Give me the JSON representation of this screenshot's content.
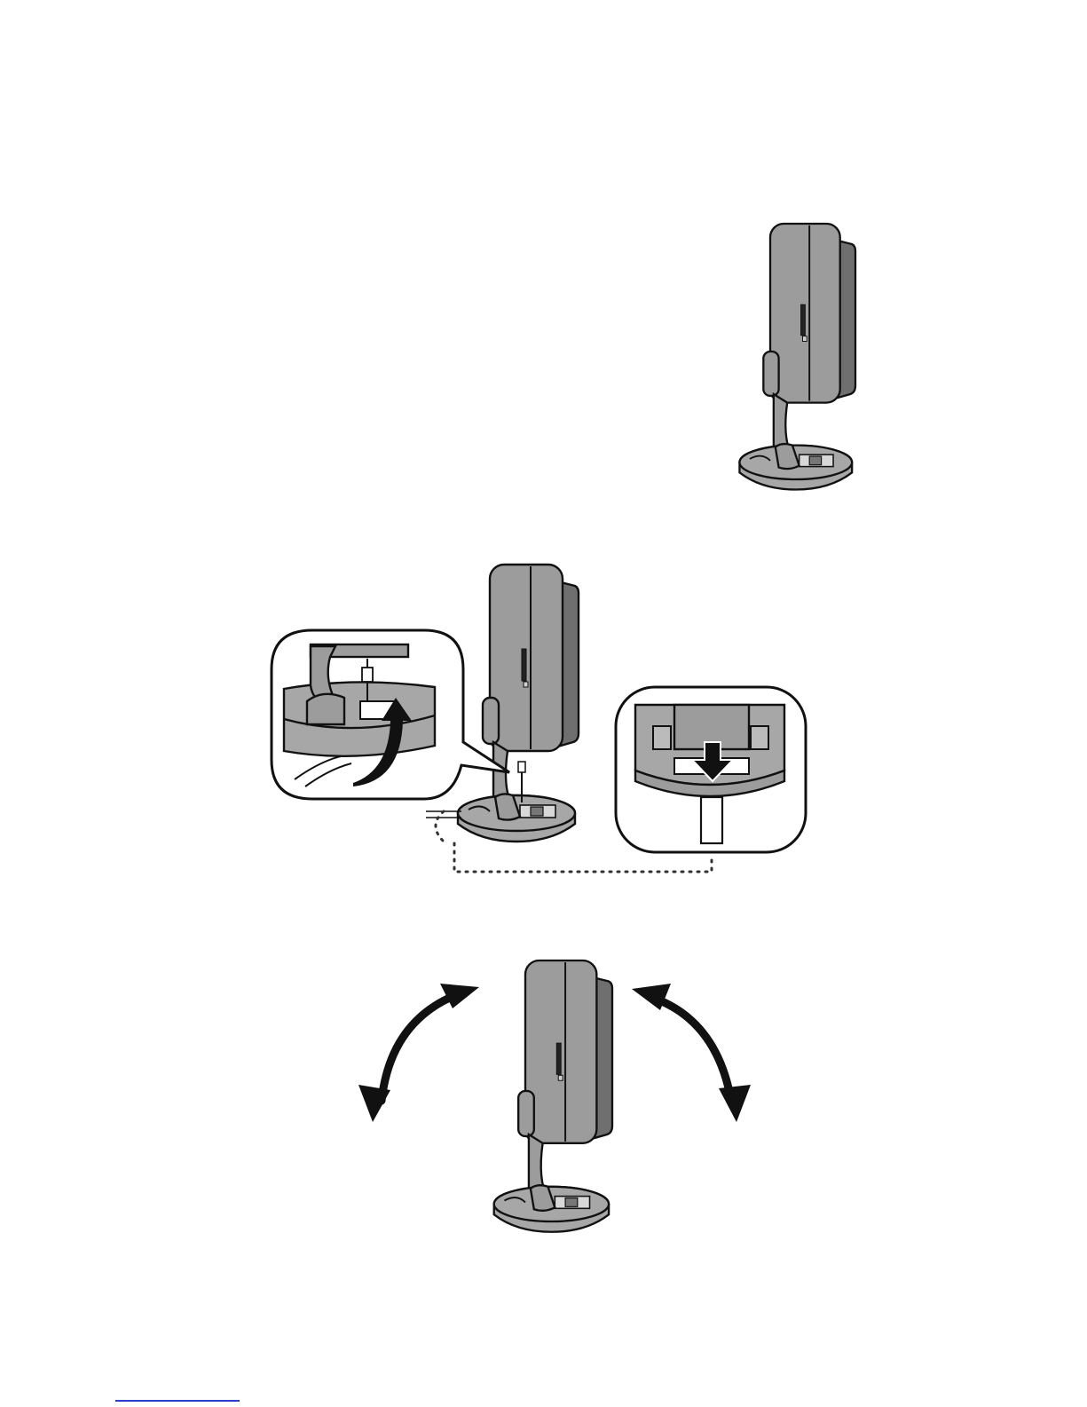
{
  "colors": {
    "device_body": "#9c9c9c",
    "device_front": "#7d7d7d",
    "device_edge": "#5e5e5e",
    "base_fill": "#a7a7a7",
    "outline": "#111111",
    "arrow": "#111111",
    "background": "#ffffff",
    "footer_link": "#2c3ec9",
    "callout_fill": "#ffffff"
  },
  "figures": [
    {
      "name": "frame-on-stand",
      "icon": "photo-frame-side-view-icon"
    },
    {
      "name": "cable-routing",
      "icon": "cable-routing-detail-icon"
    },
    {
      "name": "tilt-adjustment",
      "icon": "tilt-arrows-icon"
    }
  ]
}
